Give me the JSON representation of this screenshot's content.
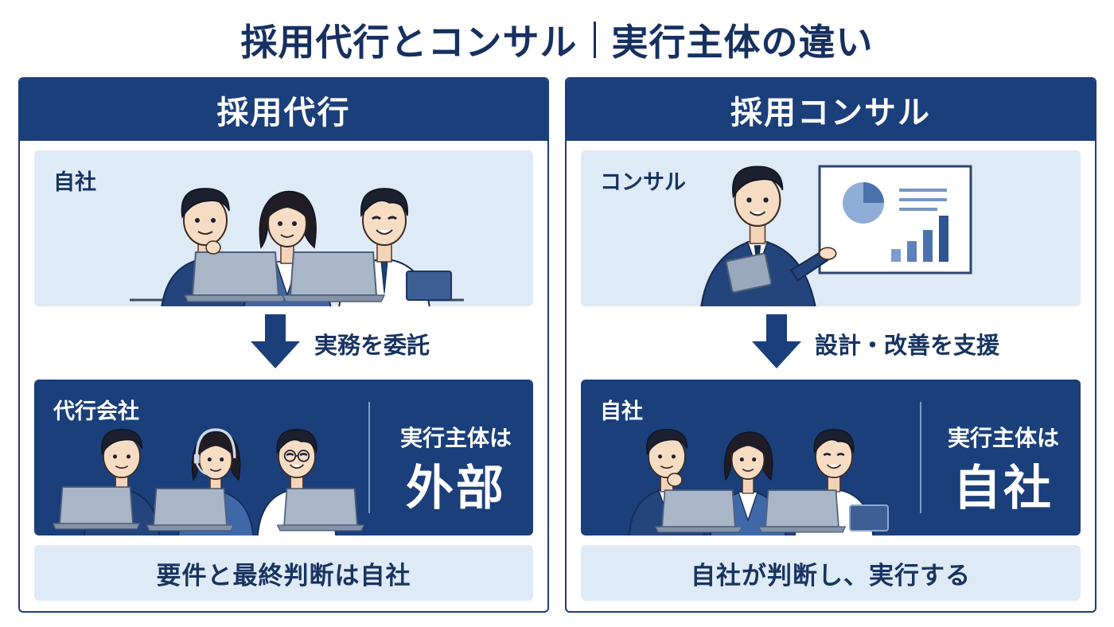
{
  "title": {
    "left": "採用代行とコンサル",
    "right": "実行主体の違い"
  },
  "panels": [
    {
      "heading": "採用代行",
      "top_label": "自社",
      "arrow_text": "実務を委託",
      "bottom_label": "代行会社",
      "exec_small": "実行主体は",
      "exec_big": "外部",
      "footer": "要件と最終判断は自社"
    },
    {
      "heading": "採用コンサル",
      "top_label": "コンサル",
      "arrow_text": "設計・改善を支援",
      "bottom_label": "自社",
      "exec_small": "実行主体は",
      "exec_big": "自社",
      "footer": "自社が判断し、実行する"
    }
  ],
  "colors": {
    "navy": "#1b3f7a",
    "title_text": "#163060",
    "light_box": "#dfeaf7",
    "white": "#ffffff"
  },
  "icons": [
    "down-arrow-icon",
    "person-icon",
    "laptop-icon",
    "headset-icon",
    "glasses-icon",
    "pie-chart-icon",
    "bar-chart-icon",
    "presentation-board-icon",
    "tablet-icon"
  ]
}
